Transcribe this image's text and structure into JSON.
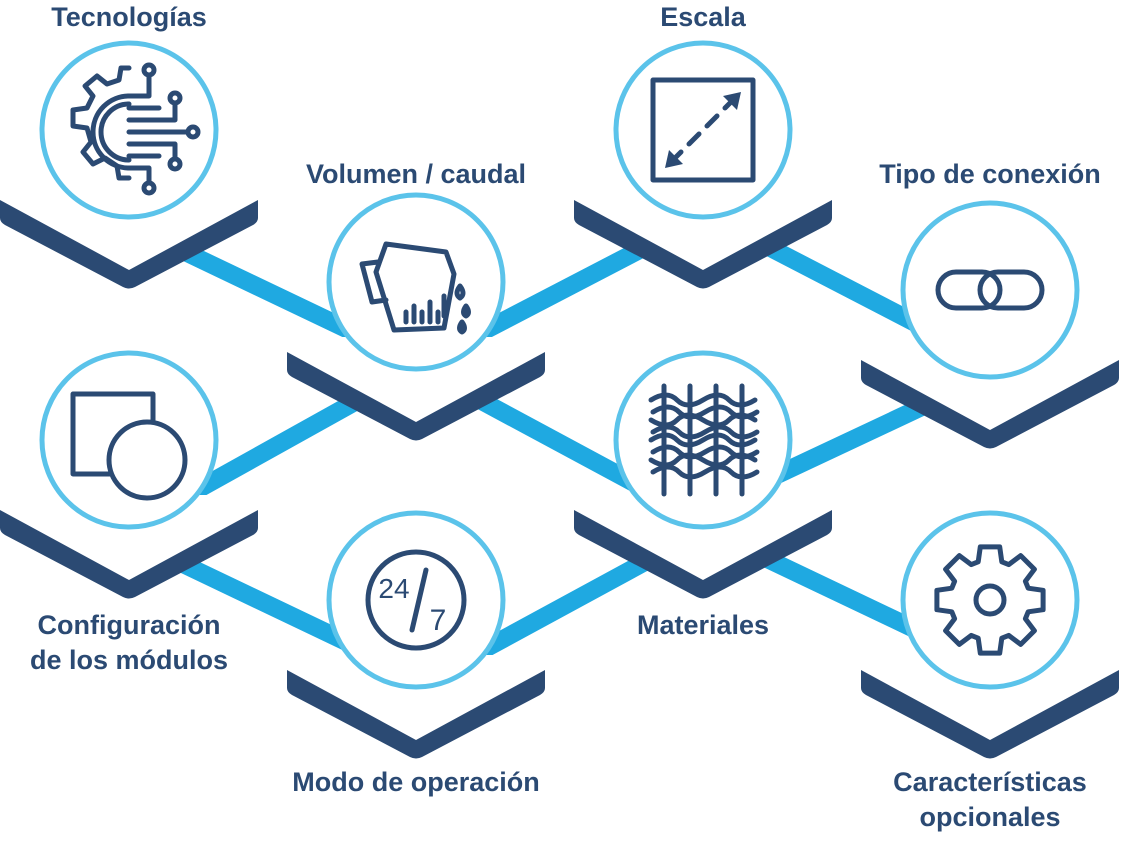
{
  "colors": {
    "dark": "#2b4a73",
    "ring": "#5bc3ea",
    "connector": "#1fa9e1"
  },
  "nodes": [
    {
      "label": "Tecnologías",
      "icon": "gear-circuit-icon"
    },
    {
      "label": "Volumen / caudal",
      "icon": "measuring-jug-icon"
    },
    {
      "label": "Escala",
      "icon": "scale-arrow-icon"
    },
    {
      "label": "Tipo de conexión",
      "icon": "chain-link-icon"
    },
    {
      "label_line1": "Configuración",
      "label_line2": "de los módulos",
      "icon": "module-shapes-icon"
    },
    {
      "label": "Materiales",
      "icon": "woven-mesh-icon"
    },
    {
      "label": "Modo de operación",
      "icon": "24-7-icon",
      "icon_text_a": "24",
      "icon_text_b": "7"
    },
    {
      "label_line1": "Características",
      "label_line2": "opcionales",
      "icon": "gear-icon"
    }
  ]
}
